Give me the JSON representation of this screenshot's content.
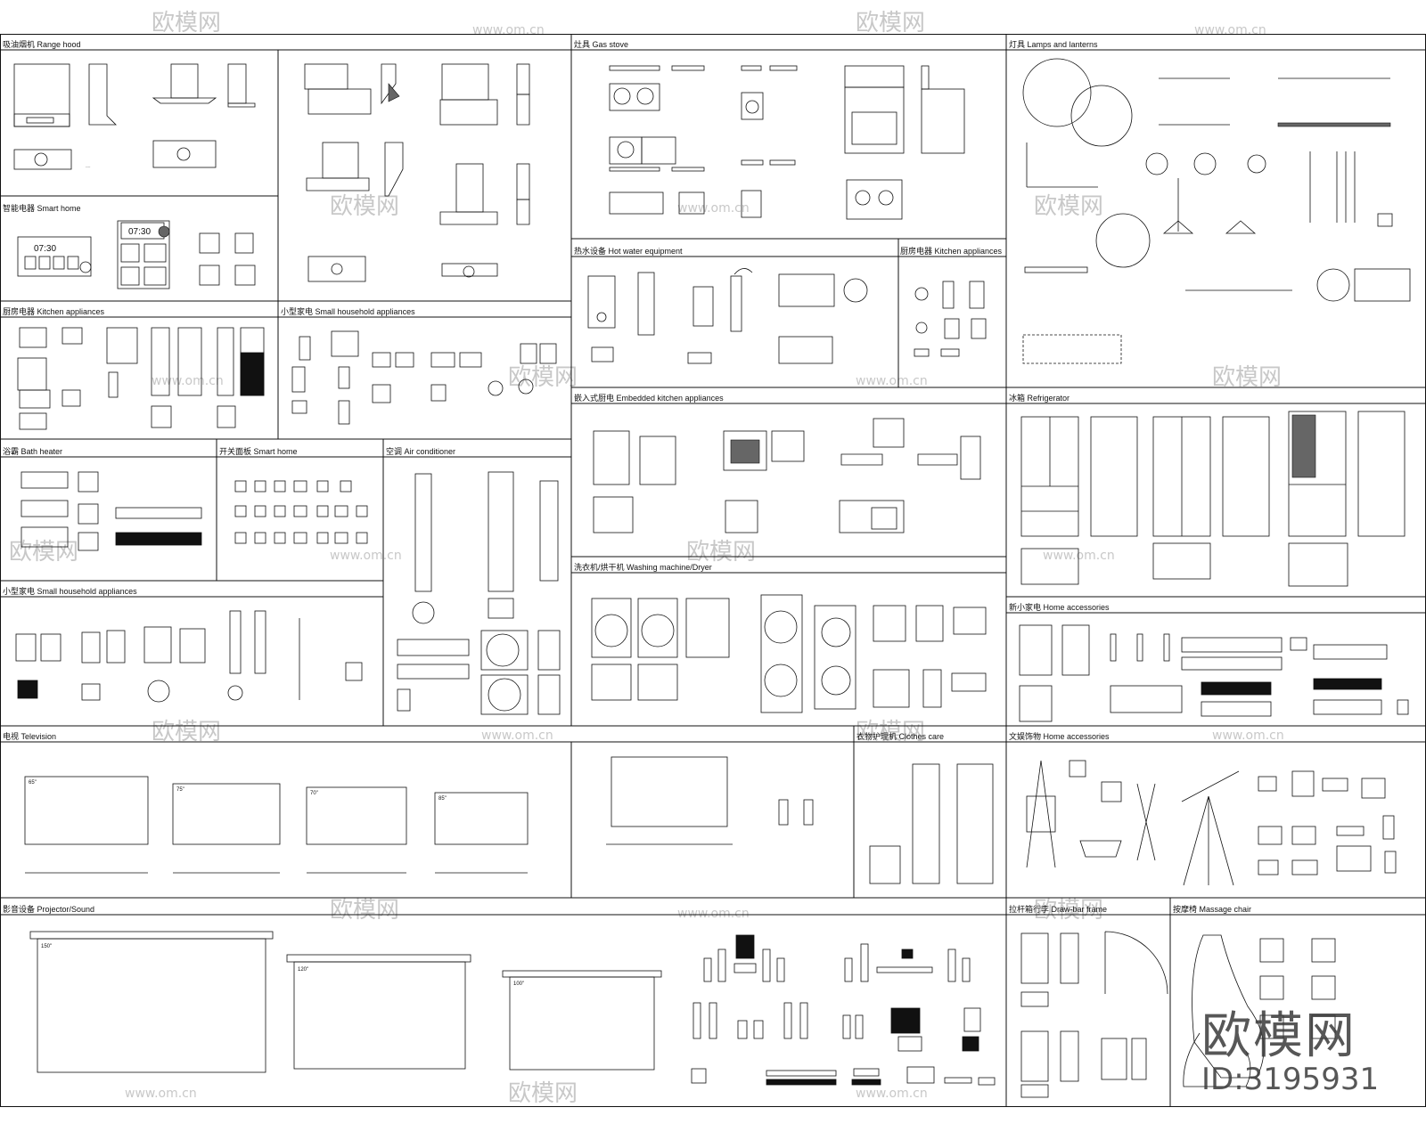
{
  "watermark": {
    "brand": "欧模网",
    "url": "www.om.cn"
  },
  "logo": {
    "brand": "欧模网",
    "id": "ID:3195931"
  },
  "sections": [
    {
      "id": "range-hood",
      "title": "吸油烟机 Range hood"
    },
    {
      "id": "gas-stove",
      "title": "灶具 Gas stove"
    },
    {
      "id": "lamps",
      "title": "灯具 Lamps and lanterns"
    },
    {
      "id": "smart-home-1",
      "title": "智能电器 Smart home"
    },
    {
      "id": "hot-water",
      "title": "热水设备 Hot water equipment"
    },
    {
      "id": "kitchen-small",
      "title": "厨房电器 Kitchen appliances"
    },
    {
      "id": "kitchen",
      "title": "厨房电器 Kitchen appliances"
    },
    {
      "id": "small-1",
      "title": "小型家电 Small household appliances"
    },
    {
      "id": "embedded",
      "title": "嵌入式厨电 Embedded kitchen appliances"
    },
    {
      "id": "fridge",
      "title": "冰箱 Refrigerator"
    },
    {
      "id": "bath-heater",
      "title": "浴霸 Bath heater"
    },
    {
      "id": "switch",
      "title": "开关面板 Smart home"
    },
    {
      "id": "aircon",
      "title": "空调 Air conditioner"
    },
    {
      "id": "small-2",
      "title": "小型家电 Small household appliances"
    },
    {
      "id": "washer",
      "title": "洗衣机/烘干机 Washing machine/Dryer"
    },
    {
      "id": "home-acc-1",
      "title": "新小家电 Home accessories"
    },
    {
      "id": "tv",
      "title": "电视 Television"
    },
    {
      "id": "clothes",
      "title": "衣物护理机 Clothes care"
    },
    {
      "id": "home-acc-2",
      "title": "文娱饰物 Home accessories"
    },
    {
      "id": "projector",
      "title": "影音设备 Projector/Sound"
    },
    {
      "id": "drawbar",
      "title": "拉杆箱行李 Draw-bar frame"
    },
    {
      "id": "massage",
      "title": "按摩椅 Massage chair"
    }
  ],
  "labels": {
    "clock_a": "07:30",
    "clock_b": "07:30",
    "tv_sizes": [
      "65\"",
      "75\"",
      "70\"",
      "85\""
    ],
    "screen_sizes": [
      "150\"",
      "120\"",
      "100\""
    ]
  }
}
